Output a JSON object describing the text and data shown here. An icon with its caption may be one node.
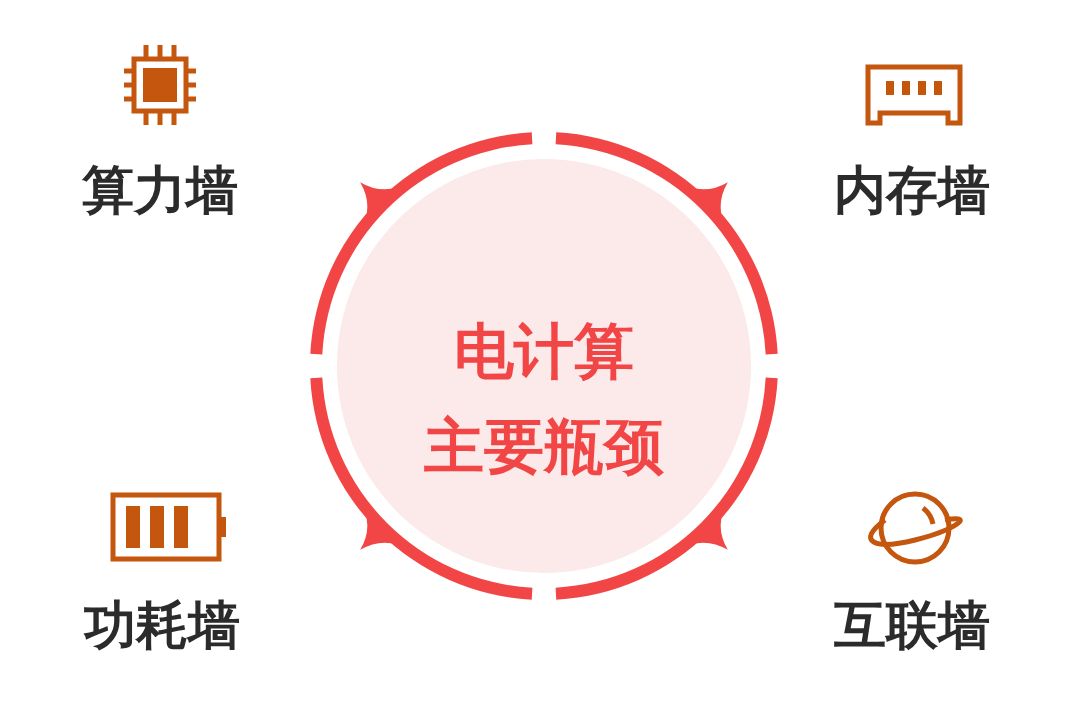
{
  "diagram": {
    "nodes": [
      {
        "text": [
          "电计算",
          "主要瓶颈"
        ]
      },
      {
        "text": [
          "算力墙"
        ]
      },
      {
        "text": [
          "内存墙"
        ]
      },
      {
        "text": [
          "功耗墙"
        ]
      },
      {
        "text": [
          "互联墙"
        ]
      }
    ]
  }
}
